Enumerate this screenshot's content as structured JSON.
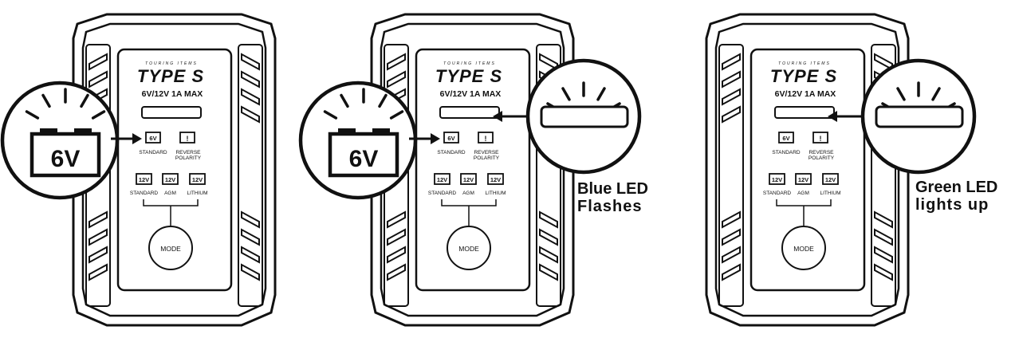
{
  "figure": {
    "panels": [
      {
        "id": "panel-1",
        "brand_tag": "TOURING ITEMS",
        "brand": "TYPE S",
        "rating": "6V/12V  1A MAX",
        "indicators": {
          "six_volt": "6V",
          "standard": "STANDARD",
          "reverse": "REVERSE",
          "polarity": "POLARITY",
          "reverse_icon": "!",
          "twelve_volt": "12V",
          "agm": "AGM",
          "lithium": "LITHIUM"
        },
        "mode_button": "MODE",
        "battery_callout": "6V",
        "led_callout": false,
        "caption_lines": []
      },
      {
        "id": "panel-2",
        "brand_tag": "TOURING ITEMS",
        "brand": "TYPE S",
        "rating": "6V/12V  1A MAX",
        "indicators": {
          "six_volt": "6V",
          "standard": "STANDARD",
          "reverse": "REVERSE",
          "polarity": "POLARITY",
          "reverse_icon": "!",
          "twelve_volt": "12V",
          "agm": "AGM",
          "lithium": "LITHIUM"
        },
        "mode_button": "MODE",
        "battery_callout": "6V",
        "led_callout": true,
        "caption_lines": [
          "Blue LED",
          "Flashes"
        ]
      },
      {
        "id": "panel-3",
        "brand_tag": "TOURING ITEMS",
        "brand": "TYPE S",
        "rating": "6V/12V  1A MAX",
        "indicators": {
          "six_volt": "6V",
          "standard": "STANDARD",
          "reverse": "REVERSE",
          "polarity": "POLARITY",
          "reverse_icon": "!",
          "twelve_volt": "12V",
          "agm": "AGM",
          "lithium": "LITHIUM"
        },
        "mode_button": "MODE",
        "battery_callout": null,
        "led_callout": true,
        "caption_lines": [
          "Green LED",
          "lights up"
        ]
      }
    ],
    "colors": {
      "line": "#111111",
      "background": "#ffffff"
    }
  }
}
